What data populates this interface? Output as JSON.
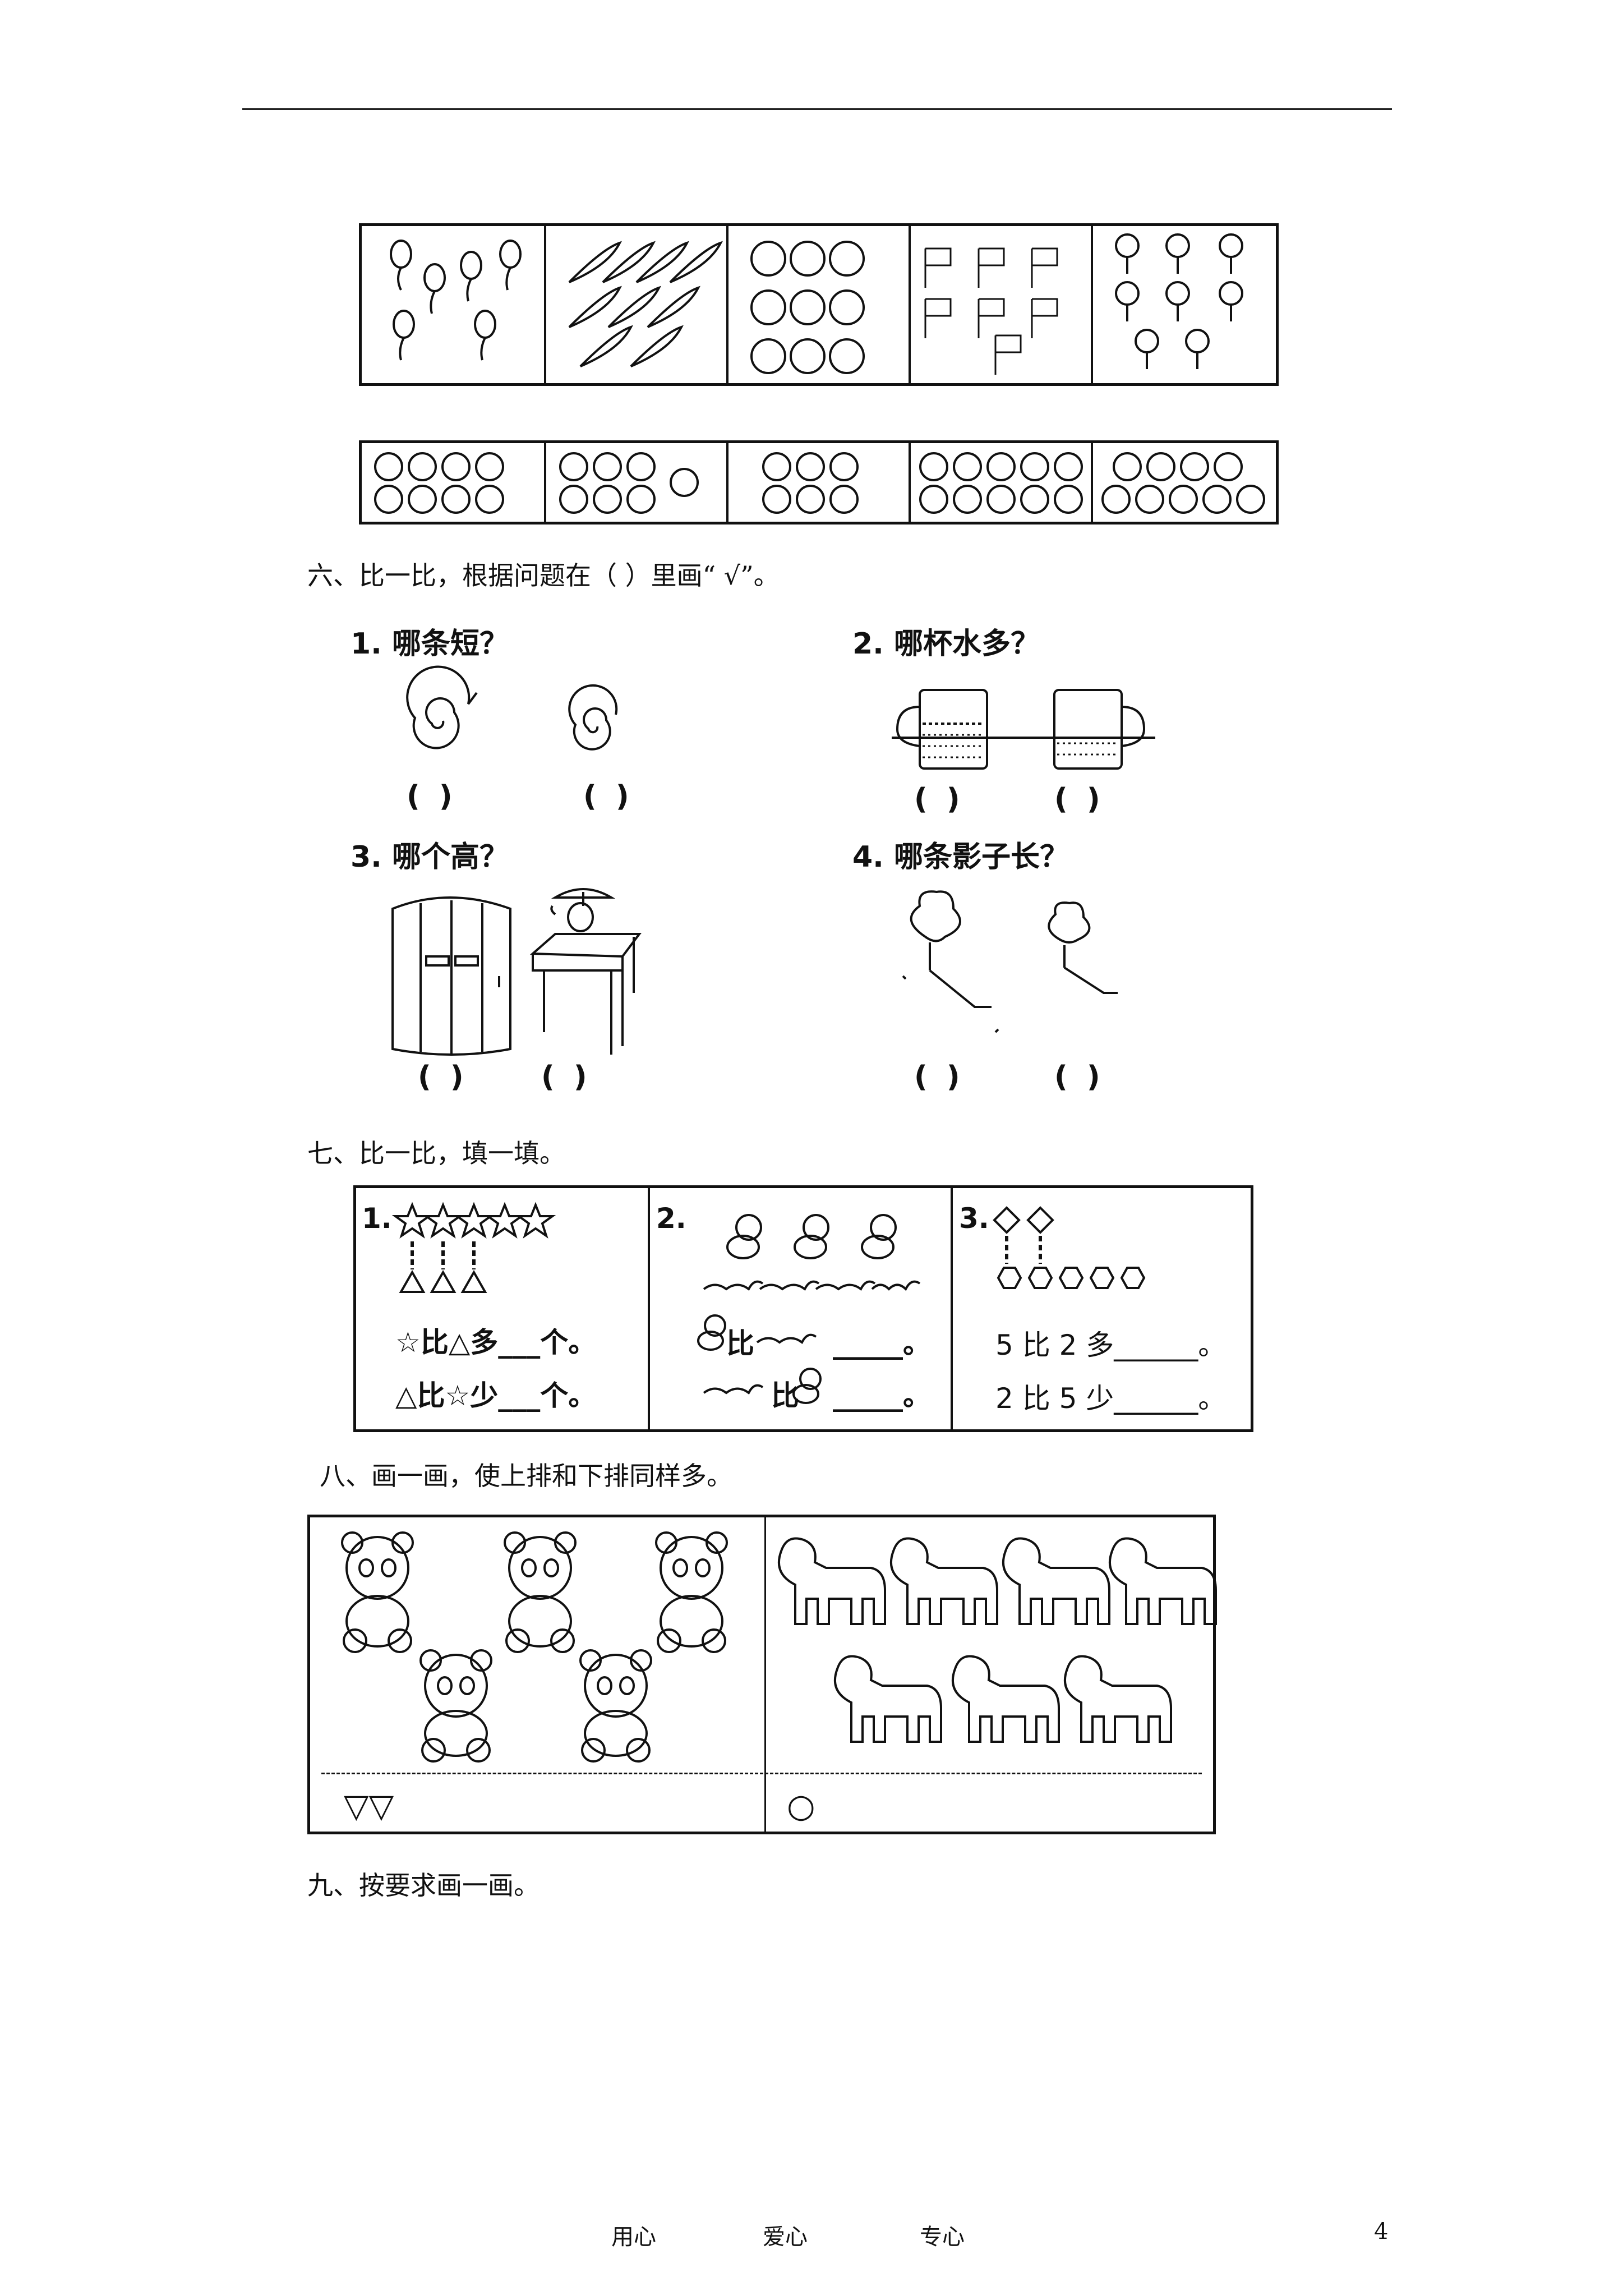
{
  "section6": {
    "heading": "六、比一比，根据问题在（    ）里画“ √”。",
    "q1": "1. 哪条短？",
    "q2": "2. 哪杯水多？",
    "q3": "3. 哪个高？",
    "q4": "4. 哪条影子长？",
    "paren": "(    )"
  },
  "section7": {
    "heading": "七、比一比，填一填。",
    "c1_num": "1.",
    "c1_line1": "☆比△多___个。",
    "c1_line2": "△比☆少___个。",
    "c2_num": "2.",
    "c2_bi": "比",
    "c2_blank": "_____。",
    "c3_num": "3.",
    "c3_line1": "5 比 2 多______。",
    "c3_line2": "2 比 5 少______。"
  },
  "section8": {
    "heading": "八、画一画，使上排和下排同样多。",
    "left_bottom": "▽▽",
    "right_bottom": "○"
  },
  "section9": {
    "heading": "九、按要求画一画。"
  },
  "footer": {
    "item1": "用心",
    "item2": "爱心",
    "item3": "专心",
    "page_number": "4"
  }
}
